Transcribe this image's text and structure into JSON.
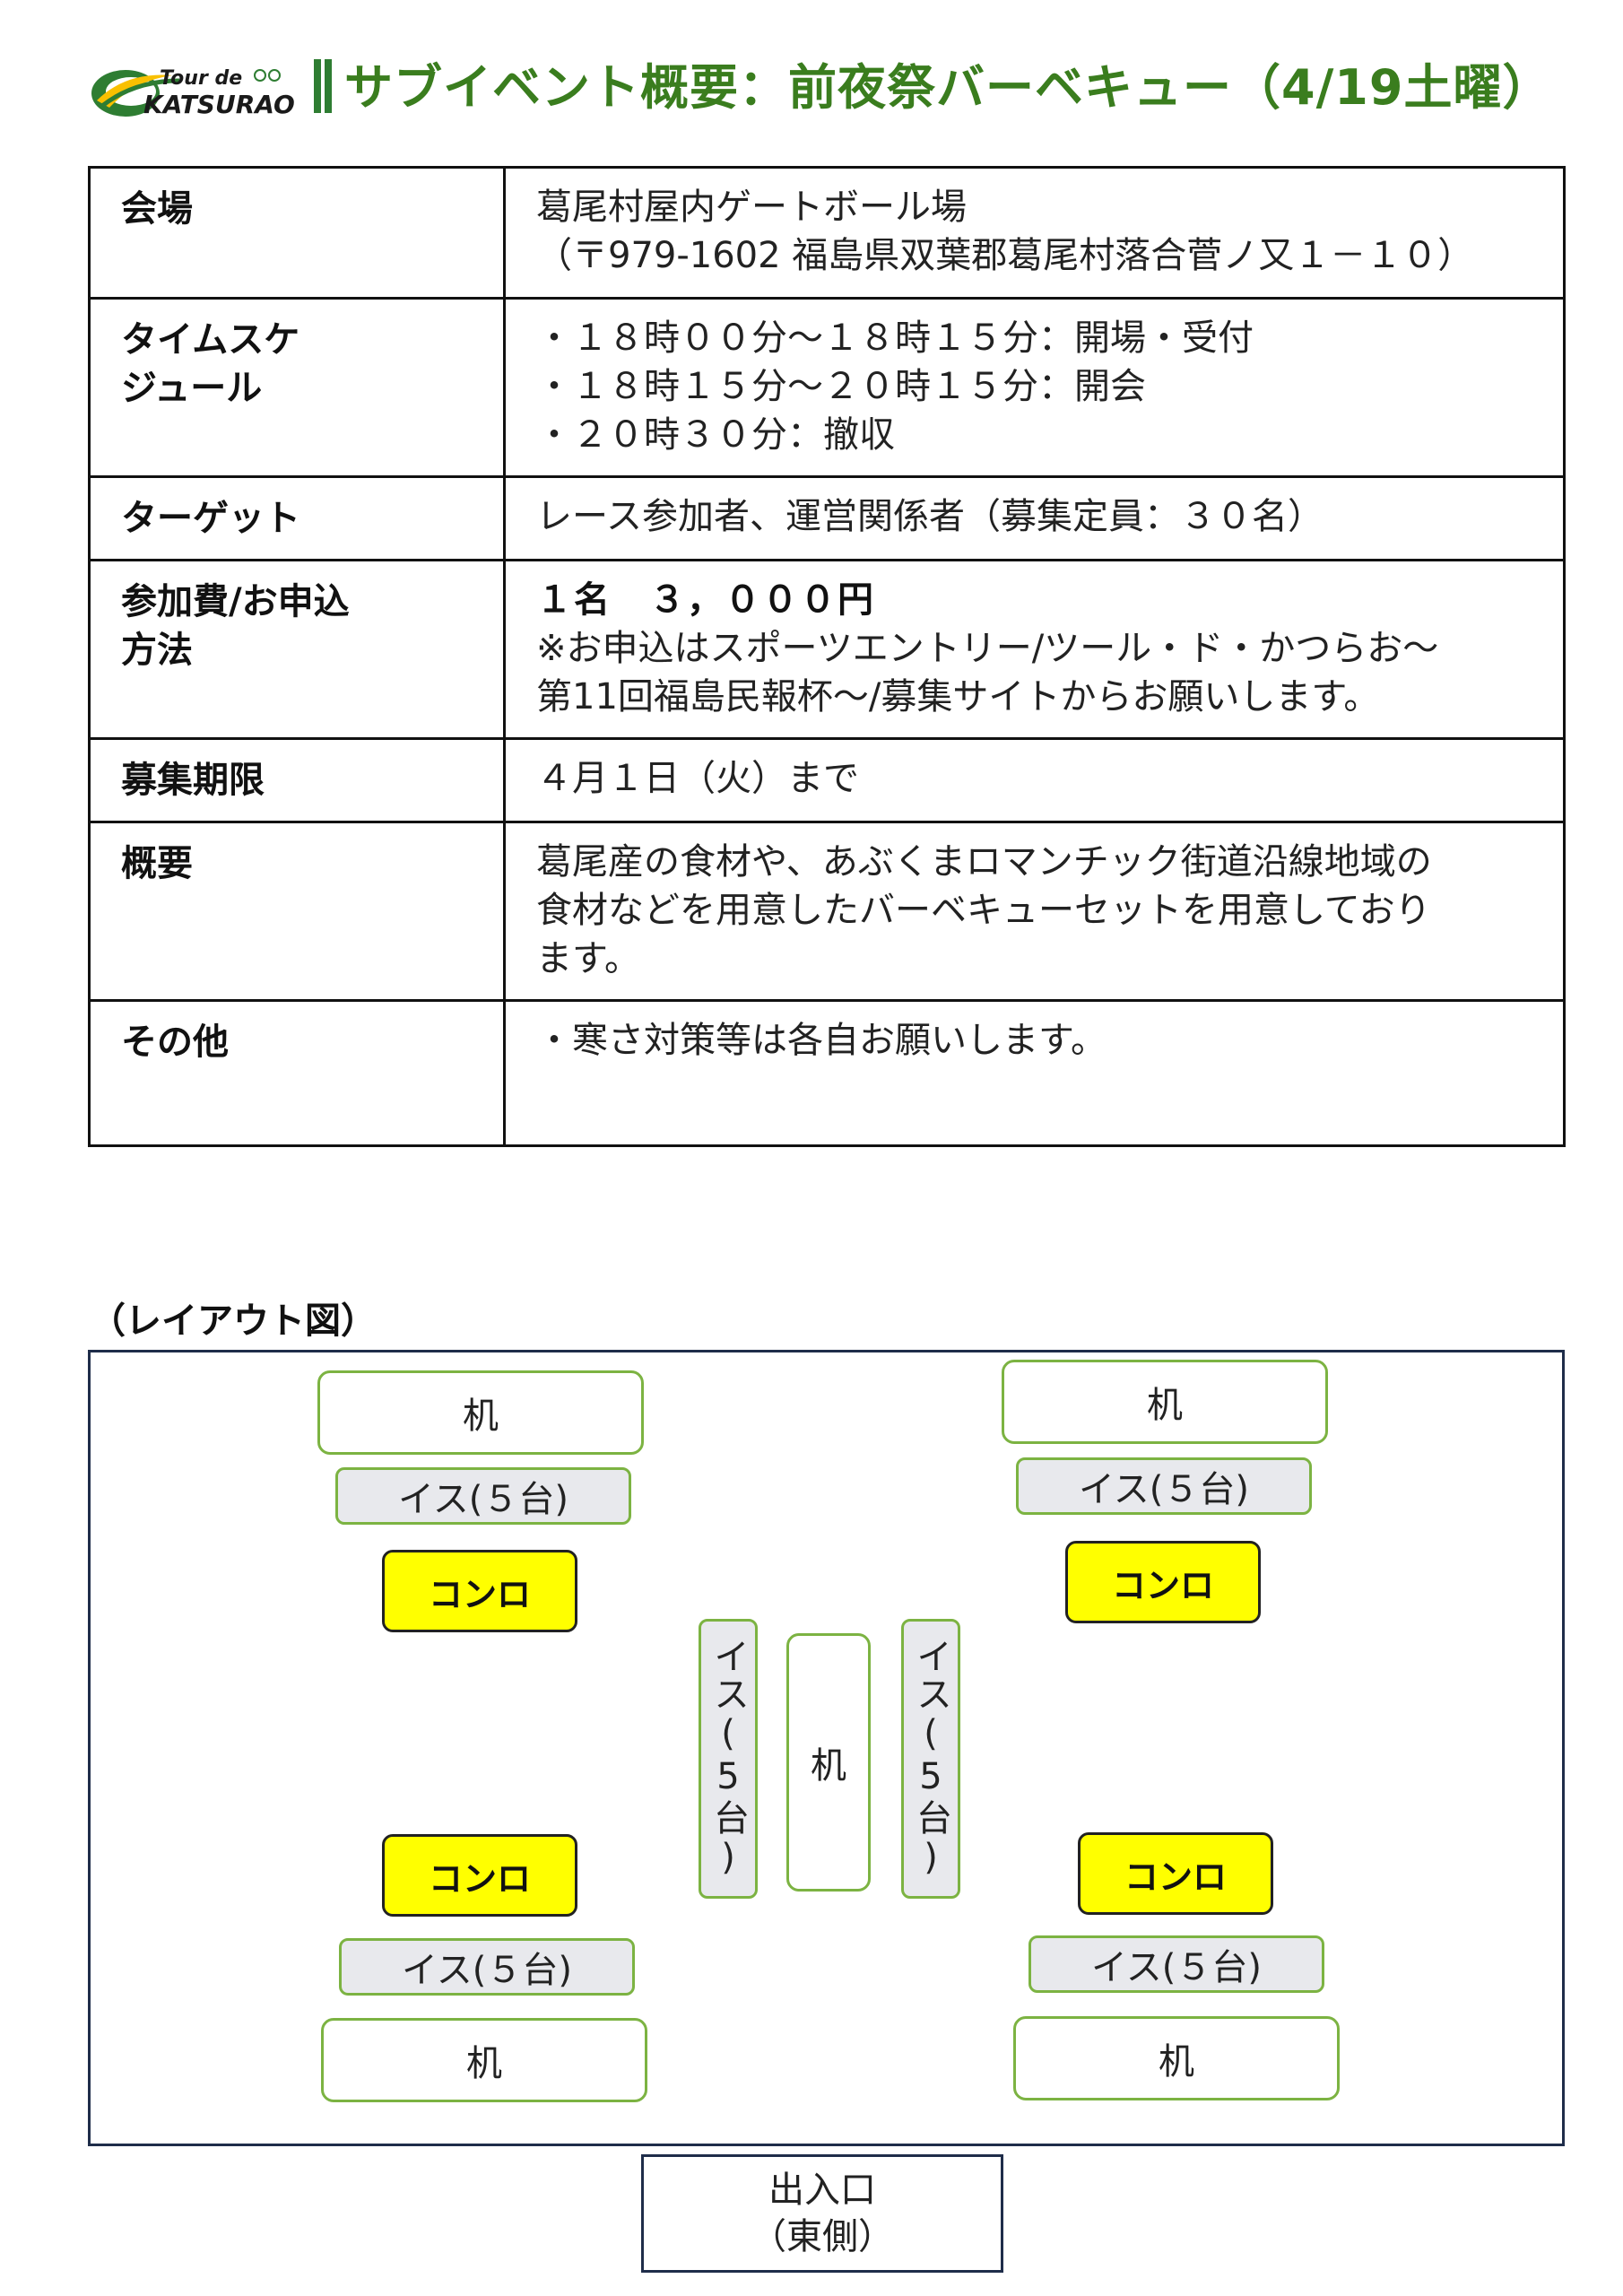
{
  "header": {
    "logo_text_line1": "Tour de",
    "logo_text_line2": "KATSURAO",
    "title": "サブイベント概要：前夜祭バーベキュー（4/19土曜）"
  },
  "info": {
    "venue": {
      "label": "会場",
      "line1": "葛尾村屋内ゲートボール場",
      "line2": "（〒979-1602 福島県双葉郡葛尾村落合菅ノ又１－１０）"
    },
    "schedule": {
      "label_line1": "タイムスケ",
      "label_line2": "ジュール",
      "items": [
        "・１８時００分～１８時１５分：開場・受付",
        "・１８時１５分～２０時１５分：開会",
        "・２０時３０分：撤収"
      ]
    },
    "target": {
      "label": "ターゲット",
      "value": "レース参加者、運営関係者（募集定員：３０名）"
    },
    "fee": {
      "label_line1": "参加費/お申込",
      "label_line2": "方法",
      "price": "１名　３，０００円",
      "note_line1": "※お申込はスポーツエントリー/ツール・ド・かつらお～",
      "note_line2": "第11回福島民報杯～/募集サイトからお願いします。"
    },
    "deadline": {
      "label": "募集期限",
      "value": "４月１日（火）まで"
    },
    "overview": {
      "label": "概要",
      "line1": "葛尾産の食材や、あぶくまロマンチック街道沿線地域の",
      "line2": "食材などを用意したバーベキューセットを用意しており",
      "line3": "ます。"
    },
    "other": {
      "label": "その他",
      "value": "・寒さ対策等は各自お願いします。"
    }
  },
  "layout": {
    "title": "（レイアウト図）",
    "desk_label": "机",
    "chair_label": "イス(５台)",
    "chair_label_vertical": "イス(5台)",
    "stove_label": "コンロ",
    "entrance_line1": "出入口",
    "entrance_line2": "（東側）"
  },
  "colors": {
    "title_green": "#3a7d1e",
    "stove_yellow": "#ffff00",
    "desk_border_green": "#7cb342",
    "chair_fill": "#e8e9ed"
  }
}
